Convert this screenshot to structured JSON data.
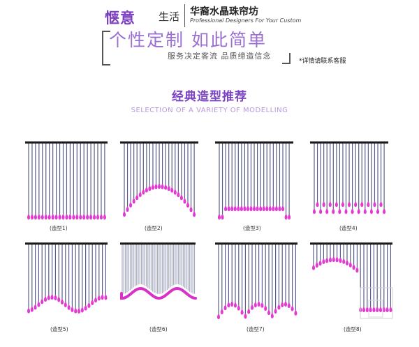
{
  "header": {
    "brand_main": "惬意",
    "brand_sub": "生活",
    "company_name": "华裔水晶珠帘坊",
    "company_en": "Professional Designers For Your Custom",
    "slogan": "个性定制  如此简单",
    "slogan_sub": "服务决定客流  品质缔造信念",
    "contact_note": "*详情请联系客服"
  },
  "section": {
    "title": "经典造型推荐",
    "subtitle": "SELECTION OF A VARIETY OF MODELLING"
  },
  "colors": {
    "accent": "#7a44c4",
    "string": "#5a5e86",
    "bead": "#e23ad2",
    "rod": "#1a1a1a",
    "wave": "#d830c8",
    "light_string": "#a8acc0"
  },
  "styles": [
    {
      "label": "(造型1)",
      "shape": "flat"
    },
    {
      "label": "(造型2)",
      "shape": "arch"
    },
    {
      "label": "(造型3)",
      "shape": "flat-sides"
    },
    {
      "label": "(造型4)",
      "shape": "staggered"
    },
    {
      "label": "(造型5)",
      "shape": "wave"
    },
    {
      "label": "(造型6)",
      "shape": "dense-wave"
    },
    {
      "label": "(造型7)",
      "shape": "scallop"
    },
    {
      "label": "(造型8)",
      "shape": "arch-step"
    }
  ]
}
